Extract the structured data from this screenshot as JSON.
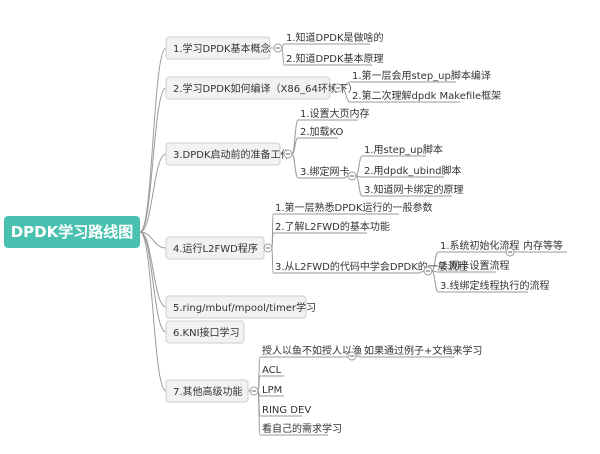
{
  "root": "DPDK学习路线图",
  "branches": [
    {
      "id": "b1",
      "label": "1.学习DPDK基本概念",
      "children": [
        {
          "id": "b1c1",
          "label": "1.知道DPDK是做啥的"
        },
        {
          "id": "b1c2",
          "label": "2.知道DPDK基本原理"
        }
      ]
    },
    {
      "id": "b2",
      "label": "2.学习DPDK如何编译（X86_64环境下）",
      "children": [
        {
          "id": "b2c1",
          "label": "1.第一层会用step_up脚本编译"
        },
        {
          "id": "b2c2",
          "label": "2.第二次理解dpdk Makefile框架"
        }
      ]
    },
    {
      "id": "b3",
      "label": "3.DPDK启动前的准备工作",
      "children": [
        {
          "id": "b3c1",
          "label": "1.设置大页内存"
        },
        {
          "id": "b3c2",
          "label": "2.加载KO"
        },
        {
          "id": "b3c3",
          "label": "3.绑定网卡",
          "children": [
            {
              "id": "b3c3a",
              "label": "1.用step_up脚本"
            },
            {
              "id": "b3c3b",
              "label": "2.用dpdk_ubind脚本"
            },
            {
              "id": "b3c3c",
              "label": "3.知道网卡绑定的原理"
            }
          ]
        }
      ]
    },
    {
      "id": "b4",
      "label": "4.运行L2FWD程序",
      "children": [
        {
          "id": "b4c1",
          "label": "1.第一层熟悉DPDK运行的一般参数"
        },
        {
          "id": "b4c2",
          "label": "2.了解L2FWD的基本功能"
        },
        {
          "id": "b4c3",
          "label": "3.从L2FWD的代码中学会DPDK的一般流程",
          "children": [
            {
              "id": "b4c3a",
              "label": "1.系统初始化流程",
              "children": [
                {
                  "id": "b4c3a1",
                  "label": "内存等等"
                }
              ]
            },
            {
              "id": "b4c3b",
              "label": "2.网卡设置流程"
            },
            {
              "id": "b4c3c",
              "label": "3.线绑定线程执行的流程"
            }
          ]
        }
      ]
    },
    {
      "id": "b5",
      "label": "5.ring/mbuf/mpool/timer学习",
      "children": []
    },
    {
      "id": "b6",
      "label": "6.KNI接口学习",
      "children": []
    },
    {
      "id": "b7",
      "label": "7.其他高级功能",
      "children": [
        {
          "id": "b7c1",
          "label": "授人以鱼不如授人以渔",
          "children": [
            {
              "id": "b7c1a",
              "label": "如果通过例子+文档来学习"
            }
          ]
        },
        {
          "id": "b7c2",
          "label": "ACL"
        },
        {
          "id": "b7c3",
          "label": "LPM"
        },
        {
          "id": "b7c4",
          "label": "RING DEV"
        },
        {
          "id": "b7c5",
          "label": "看自己的需求学习"
        }
      ]
    }
  ]
}
